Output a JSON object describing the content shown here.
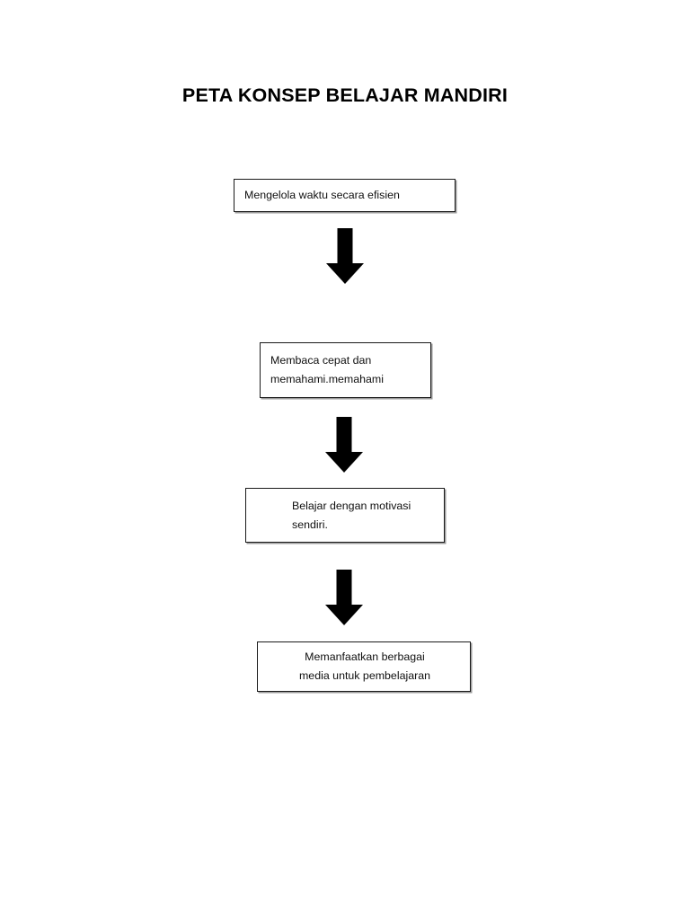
{
  "page": {
    "background_color": "#ffffff",
    "title": "PETA KONSEP BELAJAR MANDIRI"
  },
  "diagram": {
    "type": "flowchart",
    "orientation": "vertical-top-to-bottom",
    "box_border_color": "#1a1a1a",
    "box_fill_color": "#ffffff",
    "arrow_color": "#000000",
    "nodes": [
      {
        "id": "node-1",
        "text": "Mengelola waktu secara efisien",
        "align": "left"
      },
      {
        "id": "node-2",
        "text": "Membaca cepat dan\nmemahami.memahami",
        "align": "left"
      },
      {
        "id": "node-3",
        "text": "Belajar dengan motivasi\nsendiri.",
        "align": "left"
      },
      {
        "id": "node-4",
        "text": "Memanfaatkan berbagai\nmedia untuk pembelajaran",
        "align": "center"
      }
    ],
    "connectors": [
      {
        "id": "arrow-1",
        "icon": "arrow-down-icon",
        "from": "node-1",
        "to": "node-2"
      },
      {
        "id": "arrow-2",
        "icon": "arrow-down-icon",
        "from": "node-2",
        "to": "node-3"
      },
      {
        "id": "arrow-3",
        "icon": "arrow-down-icon",
        "from": "node-3",
        "to": "node-4"
      }
    ]
  }
}
